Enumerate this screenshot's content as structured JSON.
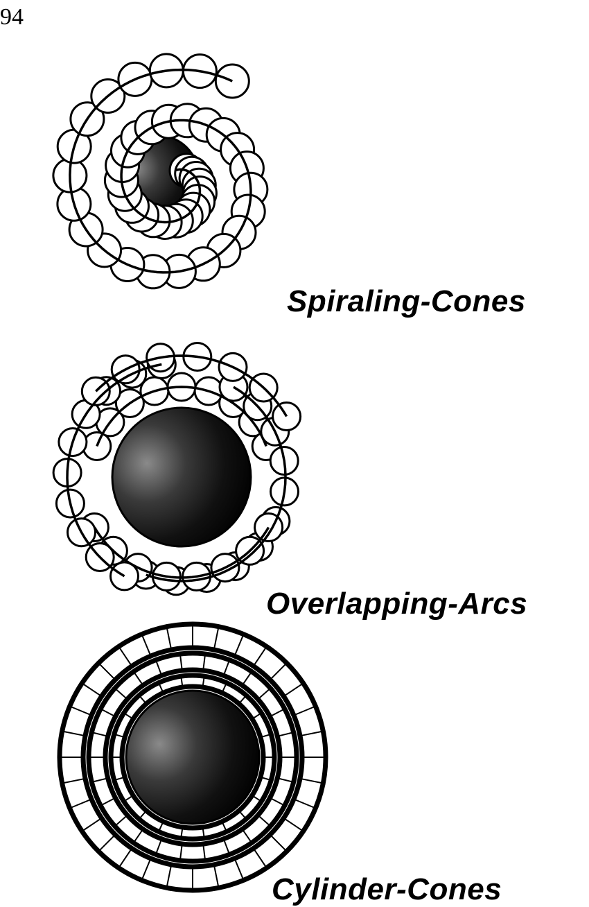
{
  "page_number": "94",
  "diagrams": [
    {
      "label": "Spiraling-Cones"
    },
    {
      "label": "Overlapping-Arcs"
    },
    {
      "label": "Cylinder-Cones"
    }
  ],
  "colors": {
    "ink": "#000000",
    "core_dark": "#111111",
    "core_light": "#8a8a8a",
    "paper": "#ffffff"
  }
}
